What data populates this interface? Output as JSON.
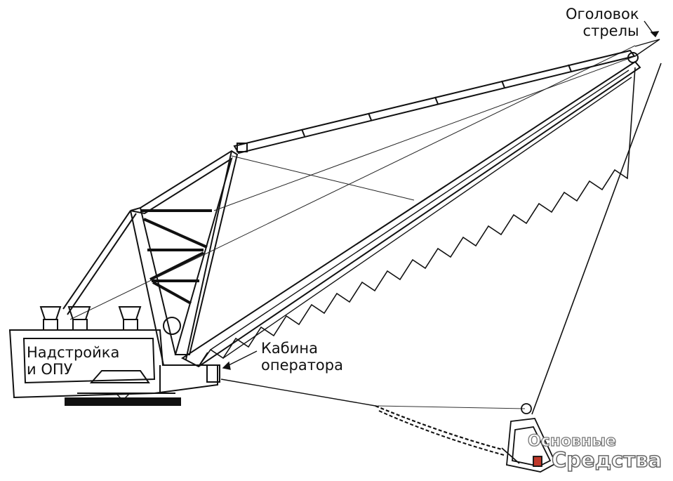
{
  "diagram": {
    "labels": {
      "boom_point": {
        "line1": "Оголовок",
        "line2": "стрелы"
      },
      "superstructure": {
        "line1": "Надстройка",
        "line2": "и ОПУ"
      },
      "operator_cab": {
        "line1": "Кабина",
        "line2": "оператора"
      }
    },
    "watermark": {
      "line1": "Основные",
      "line2": "Средства"
    }
  }
}
